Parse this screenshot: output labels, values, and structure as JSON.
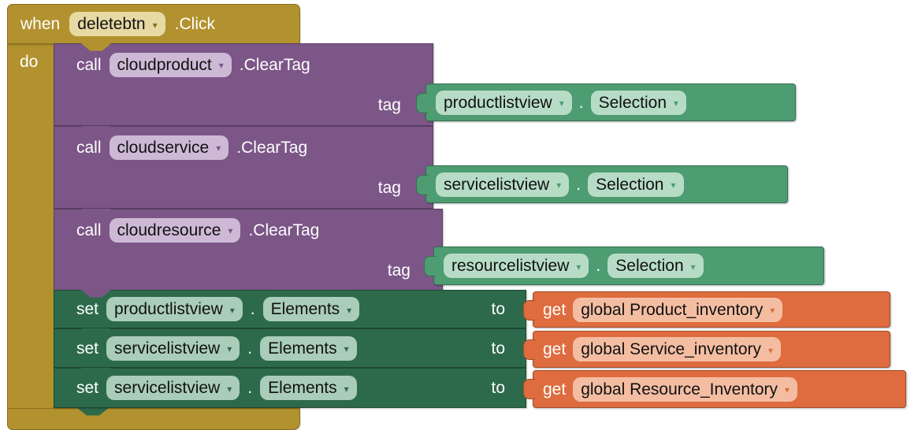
{
  "icons": {
    "dropdown_arrow": "▾"
  },
  "when_block": {
    "keyword": "when",
    "component": "deletebtn",
    "event": ".Click",
    "do_label": "do"
  },
  "call_blocks": [
    {
      "keyword": "call",
      "component": "cloudproduct",
      "method": ".ClearTag",
      "param_label": "tag",
      "argument": {
        "component": "productlistview",
        "separator": ".",
        "property": "Selection"
      }
    },
    {
      "keyword": "call",
      "component": "cloudservice",
      "method": ".ClearTag",
      "param_label": "tag",
      "argument": {
        "component": "servicelistview",
        "separator": ".",
        "property": "Selection"
      }
    },
    {
      "keyword": "call",
      "component": "cloudresource",
      "method": ".ClearTag",
      "param_label": "tag",
      "argument": {
        "component": "resourcelistview",
        "separator": ".",
        "property": "Selection"
      }
    }
  ],
  "set_blocks": [
    {
      "keyword": "set",
      "component": "productlistview",
      "separator": ".",
      "property": "Elements",
      "to_label": "to",
      "value": {
        "keyword": "get",
        "variable": "global Product_inventory"
      }
    },
    {
      "keyword": "set",
      "component": "servicelistview",
      "separator": ".",
      "property": "Elements",
      "to_label": "to",
      "value": {
        "keyword": "get",
        "variable": "global Service_inventory"
      }
    },
    {
      "keyword": "set",
      "component": "servicelistview",
      "separator": ".",
      "property": "Elements",
      "to_label": "to",
      "value": {
        "keyword": "get",
        "variable": "global Resource_Inventory"
      }
    }
  ],
  "colors": {
    "event_block": "#b2922f",
    "event_field": "#e6d9a4",
    "method_block": "#7c5687",
    "method_field": "#cdb9d6",
    "getter_block": "#4e9c72",
    "getter_field": "#b7dcc6",
    "setter_block": "#2d6a4b",
    "setter_field": "#a9cdb8",
    "variable_block": "#de6c3e",
    "variable_field": "#f4bda2"
  }
}
